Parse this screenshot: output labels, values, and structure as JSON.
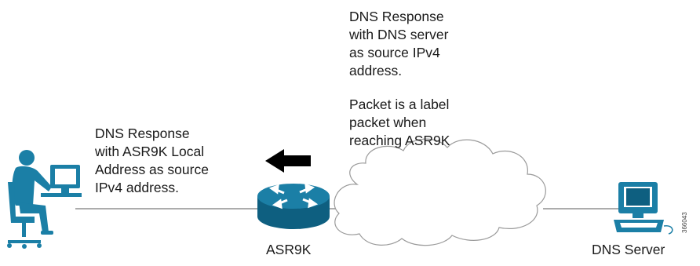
{
  "labels": {
    "left_note": "DNS Response\nwith ASR9K Local\nAddress as source\nIPv4 address.",
    "top_note": "DNS Response\nwith DNS server\nas source IPv4\naddress.",
    "packet_note": "Packet is a label\npacket when\nreaching ASR9K",
    "router": "ASR9K",
    "server": "DNS Server",
    "figure_id": "366043"
  },
  "colors": {
    "device_blue": "#1b7fa6",
    "device_dark": "#0e5f80",
    "line": "#7a7a7a",
    "arrow": "#000000"
  },
  "icons": {
    "user": "user-at-workstation-icon",
    "router": "router-icon",
    "cloud": "network-cloud-icon",
    "server": "computer-terminal-icon",
    "direction": "left-arrow-icon"
  }
}
